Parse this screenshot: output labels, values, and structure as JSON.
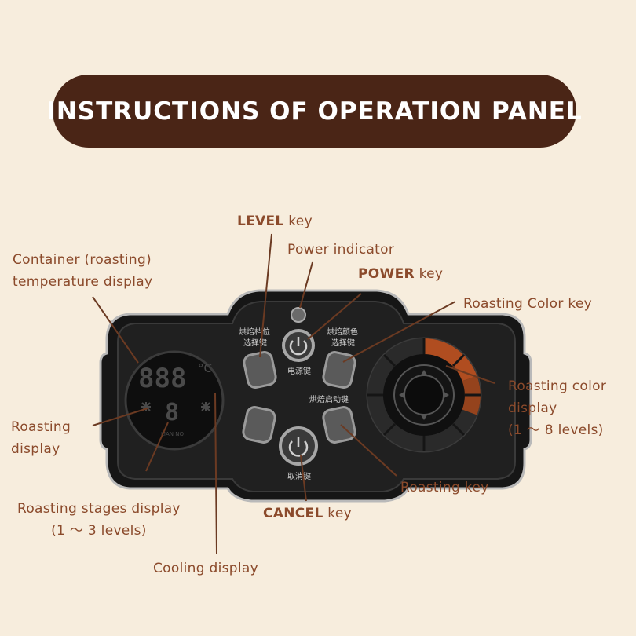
{
  "title": "INSTRUCTIONS OF OPERATION PANEL",
  "labels": {
    "level_key": {
      "main": "LEVEL",
      "suffix": " key"
    },
    "power_indicator": "Power indicator",
    "power_key": {
      "main": "POWER",
      "suffix": " key"
    },
    "container_temp": {
      "line1": "Container (roasting)",
      "line2": "temperature display"
    },
    "roasting_color_key": "Roasting Color key",
    "roasting_color_display": {
      "line1": "Roasting color",
      "line2": "display",
      "line3": "(1 ～ 8 levels)"
    },
    "roasting_display": {
      "line1": "Roasting",
      "line2": "display"
    },
    "roasting_key": "Roasting key",
    "roasting_stages": {
      "line1": "Roasting stages display",
      "line2": "(1 ～ 3 levels)"
    },
    "cancel_key": {
      "main": "CANCEL",
      "suffix": " key"
    },
    "cooling_display": "Cooling display"
  },
  "panel": {
    "temp_digits": "888",
    "temp_unit": "°C",
    "stage_digit": "8",
    "cool_mark": "LIAN NO",
    "level_cn": {
      "line1": "烘焙档位",
      "line2": "选择键"
    },
    "color_cn": {
      "line1": "烘焙颜色",
      "line2": "选择键"
    },
    "power_cn": "电源键",
    "start_cn": "烘焙启动键",
    "cancel_cn": "取消键"
  },
  "colors": {
    "label_brown": "#8b4a2b",
    "title_bg": "#4a2516",
    "panel_black": "#1c1c1c",
    "roast_orange": "#c8541e"
  }
}
